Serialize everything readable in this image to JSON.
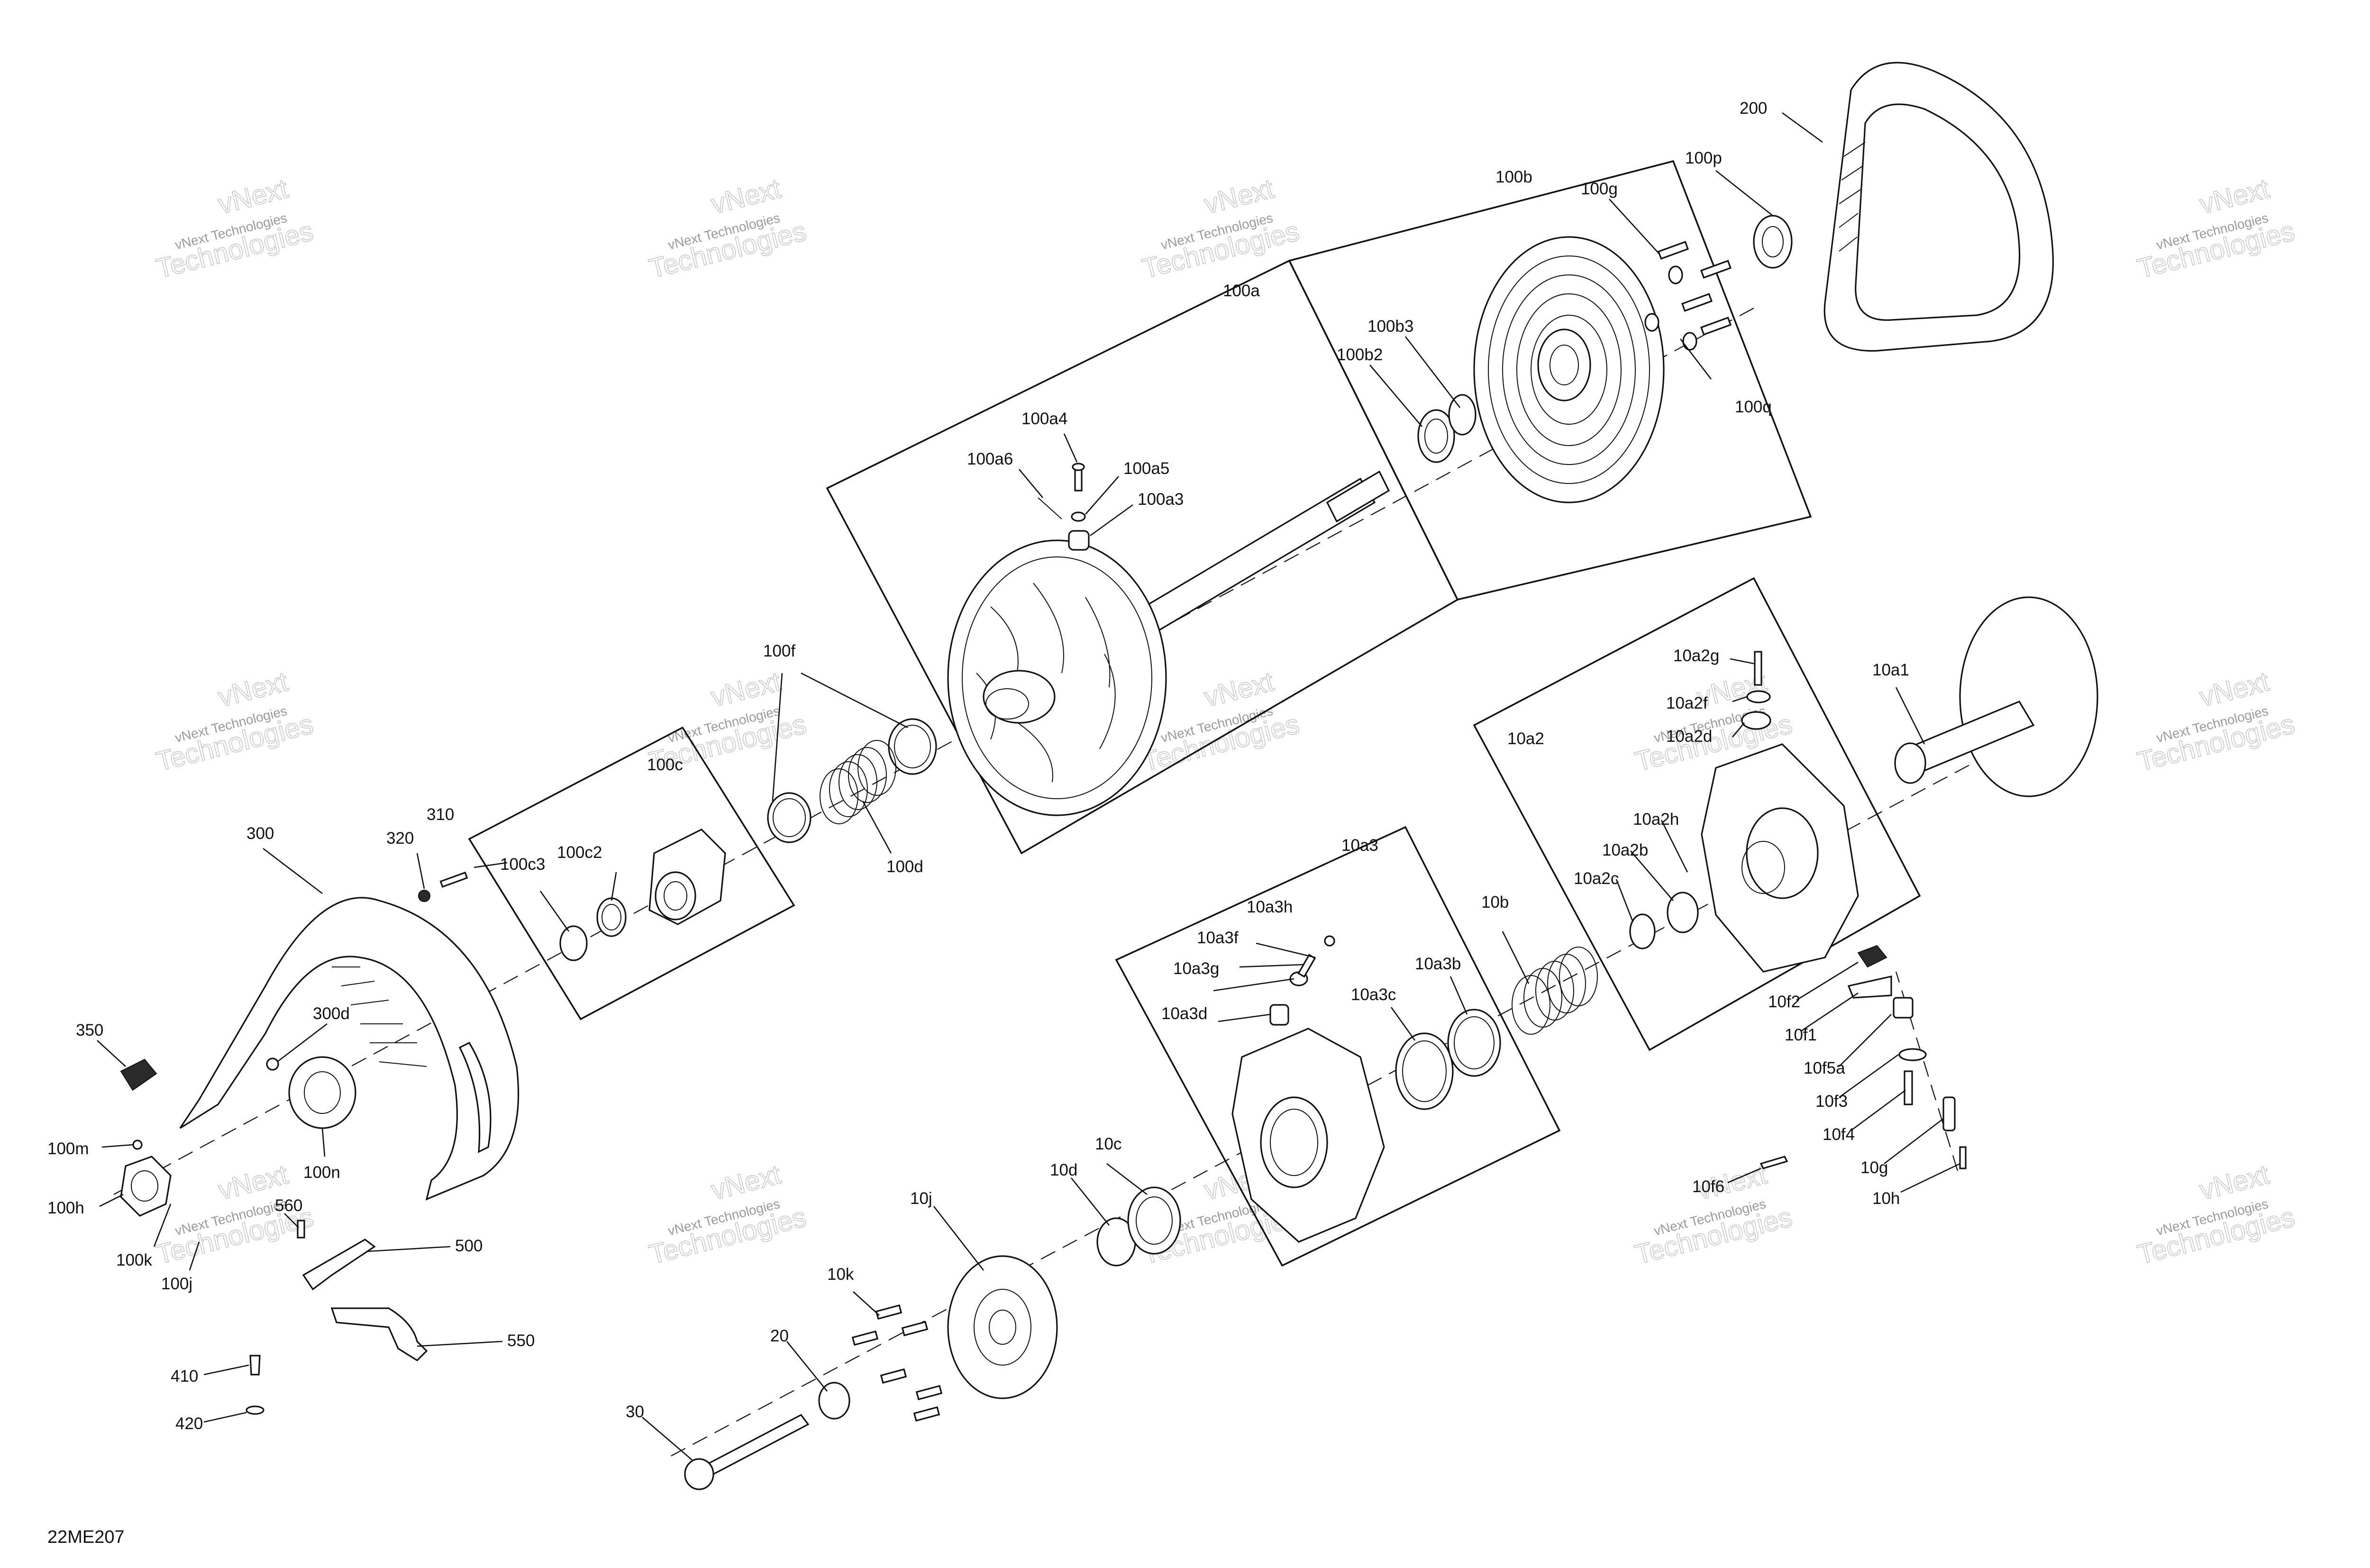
{
  "diagram_code": "22ME207",
  "watermark": {
    "line1": "vNext Technologies",
    "line2": "vNext",
    "line3": "Technologies"
  },
  "group_labels": {
    "g100a": "100a",
    "g100b": "100b",
    "g100c": "100c",
    "g10a2": "10a2",
    "g10a3": "10a3"
  },
  "parts": {
    "p200": "200",
    "p100p": "100p",
    "p100g": "100g",
    "p100q": "100q",
    "p100b3": "100b3",
    "p100b2": "100b2",
    "p100a4": "100a4",
    "p100a6": "100a6",
    "p100a5": "100a5",
    "p100a3": "100a3",
    "p100f": "100f",
    "p100d": "100d",
    "p100c3": "100c3",
    "p100c2": "100c2",
    "p310": "310",
    "p320": "320",
    "p300": "300",
    "p300d": "300d",
    "p350": "350",
    "p100n": "100n",
    "p100m": "100m",
    "p100h": "100h",
    "p100k": "100k",
    "p100j": "100j",
    "p560": "560",
    "p500": "500",
    "p550": "550",
    "p410": "410",
    "p420": "420",
    "p30": "30",
    "p20": "20",
    "p10k": "10k",
    "p10j": "10j",
    "p10d": "10d",
    "p10c": "10c",
    "p10a3h": "10a3h",
    "p10a3f": "10a3f",
    "p10a3g": "10a3g",
    "p10a3d": "10a3d",
    "p10a3c": "10a3c",
    "p10a3b": "10a3b",
    "p10b": "10b",
    "p10a2g": "10a2g",
    "p10a2f": "10a2f",
    "p10a2d": "10a2d",
    "p10a2h": "10a2h",
    "p10a2b": "10a2b",
    "p10a2c": "10a2c",
    "p10a1": "10a1",
    "p10f2": "10f2",
    "p10f1": "10f1",
    "p10f5a": "10f5a",
    "p10f3": "10f3",
    "p10f4": "10f4",
    "p10g": "10g",
    "p10h": "10h",
    "p10f6": "10f6"
  }
}
